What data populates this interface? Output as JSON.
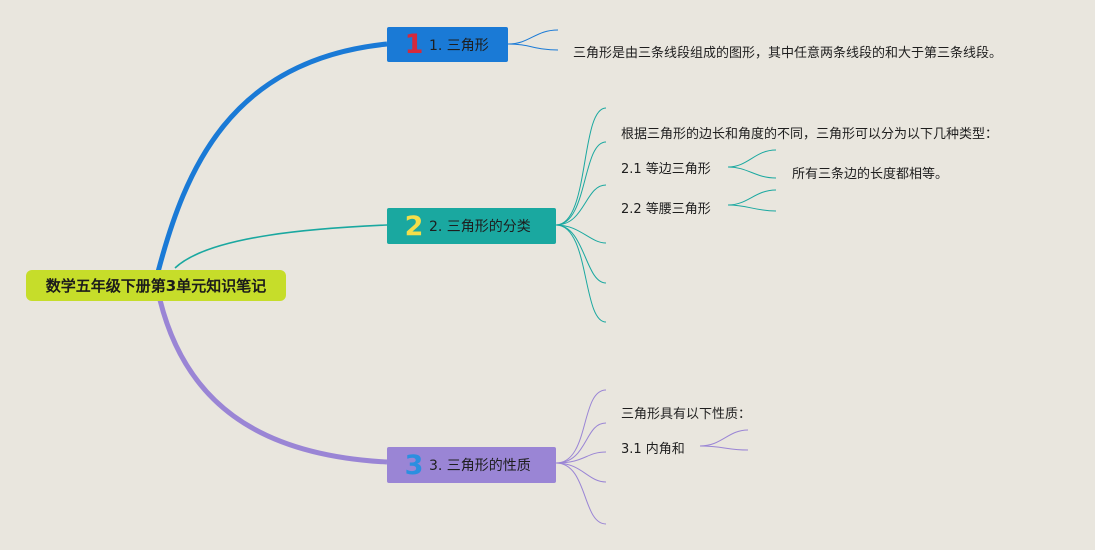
{
  "root": {
    "label": "数学五年级下册第3单元知识笔记"
  },
  "branches": [
    {
      "number": "1",
      "label": "1. 三角形",
      "colors": {
        "fill": "#1a7ad6",
        "badge": "#d42a3c"
      },
      "items": [
        {
          "text": "三角形是由三条线段组成的图形，其中任意两条线段的和大于第三条线段。"
        }
      ]
    },
    {
      "number": "2",
      "label": "2. 三角形的分类",
      "colors": {
        "fill": "#1aa8a0",
        "badge": "#f3de4a"
      },
      "items": [
        {
          "text": "根据三角形的边长和角度的不同，三角形可以分为以下几种类型："
        },
        {
          "text": "2.1 等边三角形",
          "child": "所有三条边的长度都相等。"
        },
        {
          "text": "2.2 等腰三角形"
        }
      ]
    },
    {
      "number": "3",
      "label": "3. 三角形的性质",
      "colors": {
        "fill": "#9a85d5",
        "badge": "#2c8fe0"
      },
      "items": [
        {
          "text": "三角形具有以下性质："
        },
        {
          "text": "3.1 内角和"
        }
      ]
    }
  ],
  "colors": {
    "background": "#e9e6de",
    "root": "#c6dd2a",
    "link1": "#1a7ad6",
    "link2": "#1aa8a0",
    "link3": "#9a85d5"
  }
}
